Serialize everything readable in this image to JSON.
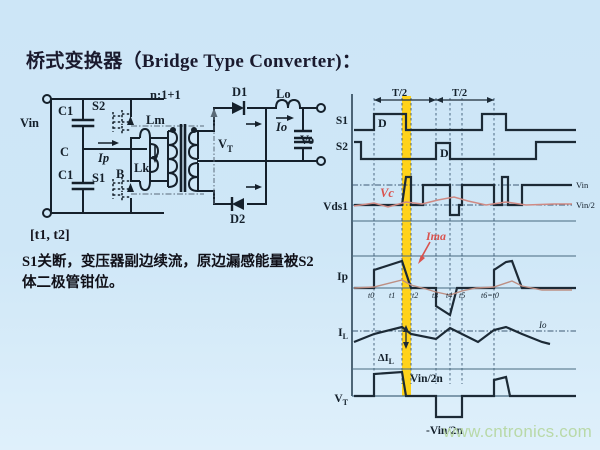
{
  "slide": {
    "title_cn": "桥式变换器",
    "title_en": "（Bridge Type Converter)：",
    "background_color": "#cfe7f7"
  },
  "circuit": {
    "labels": {
      "vin": "Vin",
      "c1_top": "C1",
      "c1_bottom": "C1",
      "c_mid": "C",
      "s2": "S2",
      "s1": "S1",
      "ip": "Ip",
      "b": "B",
      "lm": "Lm",
      "lk": "Lk",
      "turns_ratio": "n:1+1",
      "vt": "V",
      "vt_sub": "T",
      "d1": "D1",
      "d2": "D2",
      "lo": "Lo",
      "io": "Io",
      "vo": "Vo"
    }
  },
  "description": {
    "interval": "[t1, t2]",
    "text": "S1关断，变压器副边续流，原边漏感能量被S2体二极管钳位。"
  },
  "waveforms": {
    "row_labels": {
      "s1": "S1",
      "s2": "S2",
      "vds1": "Vds1",
      "ip": "Ip",
      "il": "I",
      "il_sub": "L",
      "vt": "V",
      "vt_sub": "T"
    },
    "period_labels": [
      "T/2",
      "T/2"
    ],
    "duty_labels": [
      "D",
      "D"
    ],
    "right_levels": [
      "Vin",
      "Vin/2"
    ],
    "annotations": {
      "vc": "Vc",
      "ima": "Ima",
      "io": "Io",
      "delta_il": "ΔI",
      "delta_il_sub": "L",
      "vt_positive": "Vin/2n",
      "vt_negative": "-Vin/2n"
    },
    "time_markers": [
      "t0",
      "t1",
      "t2",
      "t3",
      "t4",
      "t5",
      "t6=t0"
    ],
    "highlight_color": "#ffd21a",
    "annotation_color": "#d9534f",
    "trace_color": "#1c2a36"
  },
  "watermark": {
    "text": "www.cntronics.com",
    "color": "#b9d9a8"
  }
}
